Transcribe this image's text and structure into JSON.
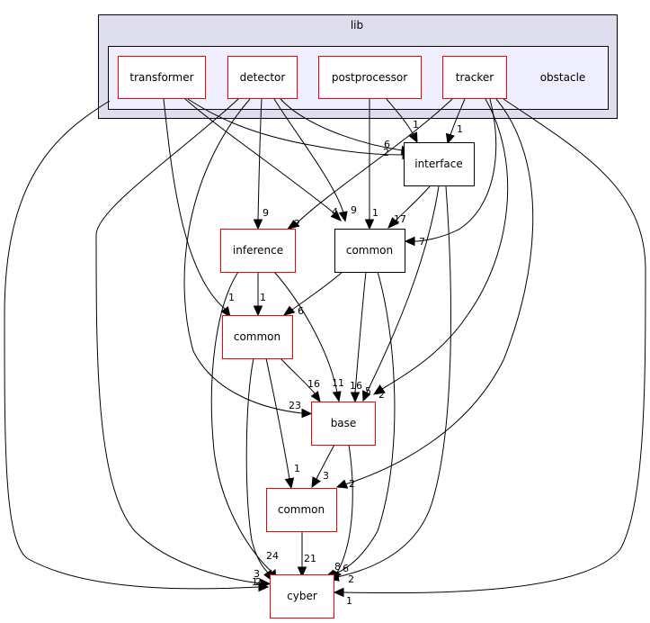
{
  "cluster_outer": {
    "label": "lib",
    "fill": "#dedeee"
  },
  "cluster_inner": {
    "label": "obstacle",
    "fill": "#eeeeff"
  },
  "nodes": {
    "transformer": "transformer",
    "detector": "detector",
    "postprocessor": "postprocessor",
    "tracker": "tracker",
    "interface": "interface",
    "inference": "inference",
    "common_lib": "common",
    "common_perception": "common",
    "base": "base",
    "common_cyber": "common",
    "cyber": "cyber"
  },
  "edges": [
    {
      "from": "transformer",
      "to": "interface",
      "label": "2"
    },
    {
      "from": "transformer",
      "to": "common_lib",
      "label": "4"
    },
    {
      "from": "transformer",
      "to": "common_perception",
      "label": "1"
    },
    {
      "from": "transformer",
      "to": "cyber",
      "label": "1"
    },
    {
      "from": "detector",
      "to": "interface",
      "label": "6"
    },
    {
      "from": "detector",
      "to": "inference",
      "label": "9"
    },
    {
      "from": "detector",
      "to": "common_lib",
      "label": "9"
    },
    {
      "from": "detector",
      "to": "base",
      "label": "23"
    },
    {
      "from": "detector",
      "to": "cyber",
      "label": "3"
    },
    {
      "from": "postprocessor",
      "to": "interface",
      "label": "1"
    },
    {
      "from": "postprocessor",
      "to": "common_lib",
      "label": "1"
    },
    {
      "from": "tracker",
      "to": "interface",
      "label": "1"
    },
    {
      "from": "tracker",
      "to": "inference",
      "label": "2"
    },
    {
      "from": "tracker",
      "to": "common_lib",
      "label": "7"
    },
    {
      "from": "tracker",
      "to": "base",
      "label": "2"
    },
    {
      "from": "tracker",
      "to": "common_cyber",
      "label": "2"
    },
    {
      "from": "tracker",
      "to": "cyber",
      "label": "1"
    },
    {
      "from": "interface",
      "to": "common_lib",
      "label": "17"
    },
    {
      "from": "interface",
      "to": "base",
      "label": "5"
    },
    {
      "from": "interface",
      "to": "cyber",
      "label": "2"
    },
    {
      "from": "inference",
      "to": "common_perception",
      "label": "1"
    },
    {
      "from": "inference",
      "to": "base",
      "label": "11"
    },
    {
      "from": "inference",
      "to": "cyber",
      "label": "24"
    },
    {
      "from": "common_lib",
      "to": "common_perception",
      "label": "6"
    },
    {
      "from": "common_lib",
      "to": "base",
      "label": "16"
    },
    {
      "from": "common_lib",
      "to": "cyber",
      "label": "6"
    },
    {
      "from": "common_perception",
      "to": "base",
      "label": "16"
    },
    {
      "from": "common_perception",
      "to": "common_cyber",
      "label": "1"
    },
    {
      "from": "common_perception",
      "to": "cyber",
      "label": "2"
    },
    {
      "from": "base",
      "to": "common_cyber",
      "label": "3"
    },
    {
      "from": "base",
      "to": "cyber",
      "label": "8"
    },
    {
      "from": "common_cyber",
      "to": "cyber",
      "label": "21"
    }
  ]
}
